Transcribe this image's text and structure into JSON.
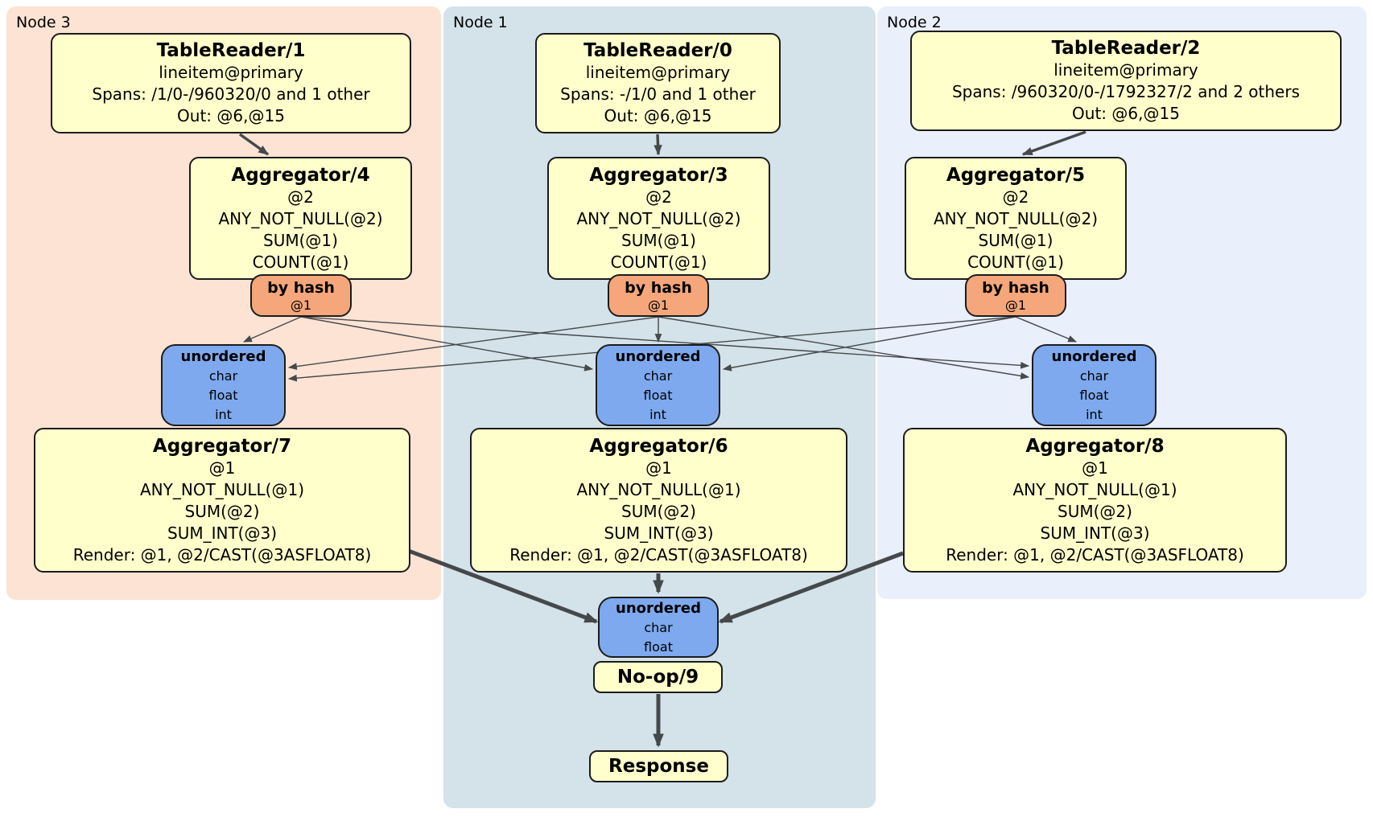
{
  "regions": {
    "node3": {
      "label": "Node 3"
    },
    "node1": {
      "label": "Node 1"
    },
    "node2": {
      "label": "Node 2"
    }
  },
  "node3": {
    "table_reader": {
      "title": "TableReader/1",
      "lines": [
        "lineitem@primary",
        "Spans: /1/0-/960320/0 and 1 other",
        "Out: @6,@15"
      ]
    },
    "aggregator_top": {
      "title": "Aggregator/4",
      "lines": [
        "@2",
        "ANY_NOT_NULL(@2)",
        "SUM(@1)",
        "COUNT(@1)"
      ]
    },
    "router": {
      "title": "by hash",
      "subtitle": "@1"
    },
    "sync": {
      "title": "unordered",
      "lines": [
        "char",
        "float",
        "int"
      ]
    },
    "aggregator_bottom": {
      "title": "Aggregator/7",
      "lines": [
        "@1",
        "ANY_NOT_NULL(@1)",
        "SUM(@2)",
        "SUM_INT(@3)",
        "Render: @1, @2/CAST(@3ASFLOAT8)"
      ]
    }
  },
  "node1": {
    "table_reader": {
      "title": "TableReader/0",
      "lines": [
        "lineitem@primary",
        "Spans: -/1/0 and 1 other",
        "Out: @6,@15"
      ]
    },
    "aggregator_top": {
      "title": "Aggregator/3",
      "lines": [
        "@2",
        "ANY_NOT_NULL(@2)",
        "SUM(@1)",
        "COUNT(@1)"
      ]
    },
    "router": {
      "title": "by hash",
      "subtitle": "@1"
    },
    "sync": {
      "title": "unordered",
      "lines": [
        "char",
        "float",
        "int"
      ]
    },
    "aggregator_bottom": {
      "title": "Aggregator/6",
      "lines": [
        "@1",
        "ANY_NOT_NULL(@1)",
        "SUM(@2)",
        "SUM_INT(@3)",
        "Render: @1, @2/CAST(@3ASFLOAT8)"
      ]
    }
  },
  "node2": {
    "table_reader": {
      "title": "TableReader/2",
      "lines": [
        "lineitem@primary",
        "Spans: /960320/0-/1792327/2 and 2 others",
        "Out: @6,@15"
      ]
    },
    "aggregator_top": {
      "title": "Aggregator/5",
      "lines": [
        "@2",
        "ANY_NOT_NULL(@2)",
        "SUM(@1)",
        "COUNT(@1)"
      ]
    },
    "router": {
      "title": "by hash",
      "subtitle": "@1"
    },
    "sync": {
      "title": "unordered",
      "lines": [
        "char",
        "float",
        "int"
      ]
    },
    "aggregator_bottom": {
      "title": "Aggregator/8",
      "lines": [
        "@1",
        "ANY_NOT_NULL(@1)",
        "SUM(@2)",
        "SUM_INT(@3)",
        "Render: @1, @2/CAST(@3ASFLOAT8)"
      ]
    }
  },
  "output": {
    "sync": {
      "title": "unordered",
      "lines": [
        "char",
        "float"
      ]
    },
    "noop": {
      "title": "No-op/9"
    },
    "response": {
      "title": "Response"
    }
  },
  "colors": {
    "processor_fill": "#ffffcc",
    "router_fill": "#f5a77b",
    "sync_fill": "#7ea9ef",
    "node3_bg": "#fce3d4",
    "node1_bg": "#d4e2ea",
    "node2_bg": "#e9effb",
    "edge": "#46494b"
  }
}
